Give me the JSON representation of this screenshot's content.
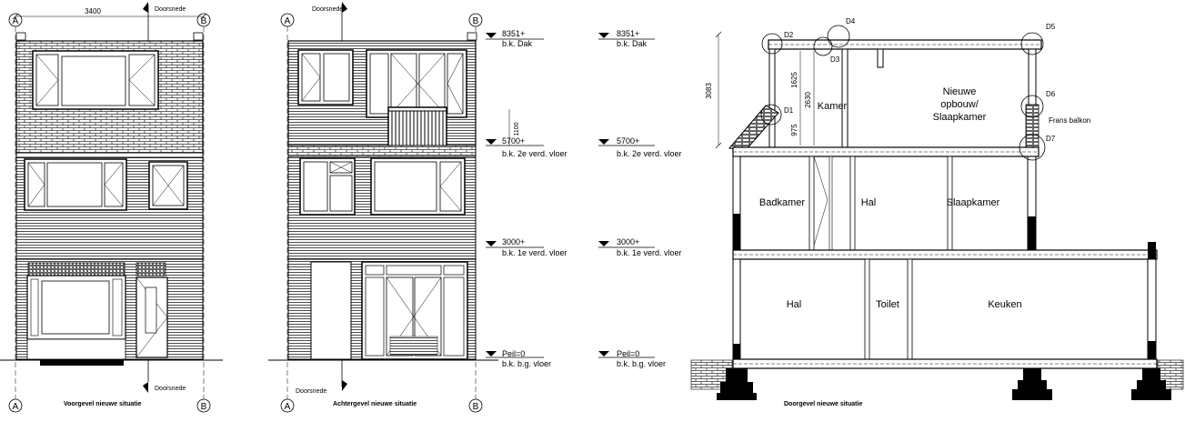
{
  "voorgevel": {
    "dimension": "3400",
    "section_label_top": "Doorsnede",
    "section_label_bottom": "Doorsnede",
    "axis_left": "A",
    "axis_right": "B",
    "axis_bottom_left": "A",
    "axis_bottom_right": "B",
    "caption": "Voorgevel nieuwe situatie"
  },
  "achtergevel": {
    "section_label_top": "Doorsnede",
    "section_label_bottom": "Doorsnede",
    "axis_left": "A",
    "axis_right": "B",
    "axis_bottom_left": "A",
    "axis_bottom_right": "B",
    "balcony_dim": "1100",
    "caption": "Achtergevel nieuwe situatie"
  },
  "levels": [
    {
      "value": "8351+",
      "label": "b.k. Dak"
    },
    {
      "value": "5700+",
      "label": "b.k. 2e verd. vloer"
    },
    {
      "value": "3000+",
      "label": "b.k. 1e verd. vloer"
    },
    {
      "value": "Peil=0",
      "label": "b.k. b.g. vloer"
    }
  ],
  "doorsnede": {
    "caption": "Doorgevel nieuwe situatie",
    "dim_total": "3083",
    "dim_1625": "1625",
    "dim_2630": "2630",
    "dim_975": "975",
    "rooms": {
      "kamer": "Kamer",
      "opbouw_1": "Nieuwe",
      "opbouw_2": "opbouw/",
      "opbouw_3": "Slaapkamer",
      "badkamer": "Badkamer",
      "hal_1": "Hal",
      "slaapkamer": "Slaapkamer",
      "hal_0": "Hal",
      "toilet": "Toilet",
      "keuken": "Keuken"
    },
    "frans_balkon": "Frans balkon",
    "details": [
      "D1",
      "D2",
      "D3",
      "D4",
      "D5",
      "D6",
      "D7"
    ]
  }
}
